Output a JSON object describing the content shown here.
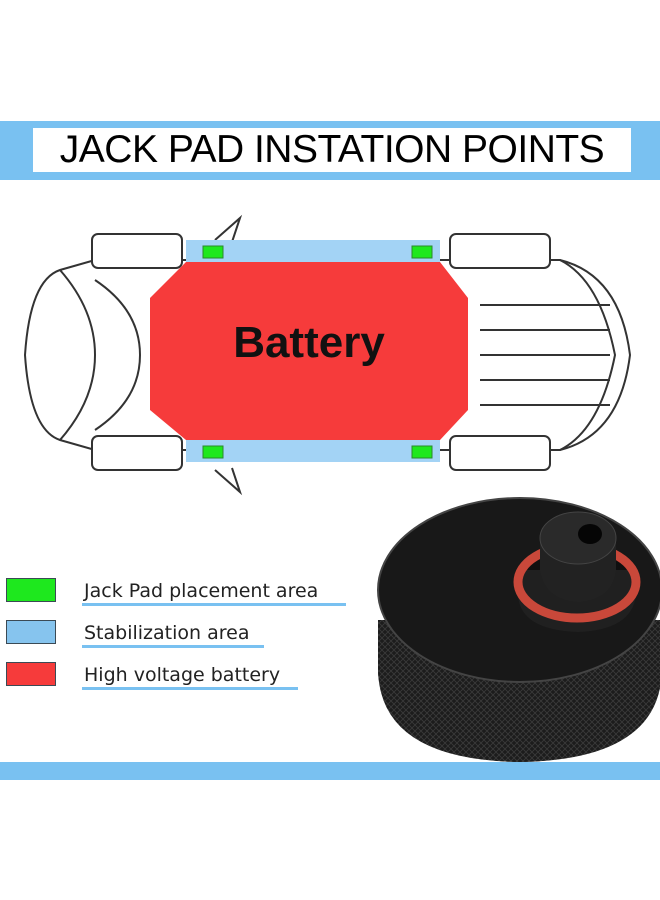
{
  "header": {
    "title": "JACK PAD INSTATION POINTS"
  },
  "diagram": {
    "battery_label": "Battery"
  },
  "legend": [
    {
      "label": "Jack Pad placement area",
      "color": "#1ee81e"
    },
    {
      "label": "Stabilization area",
      "color": "#86c4ee"
    },
    {
      "label": "High voltage battery",
      "color": "#f63b3b"
    }
  ],
  "colors": {
    "accent_band": "#79c1f1",
    "battery": "#f63b3b",
    "stabilization": "#a3d3f5",
    "jack_pad": "#1ee81e"
  },
  "product": {
    "icon": "jack-pad-puck-icon"
  }
}
